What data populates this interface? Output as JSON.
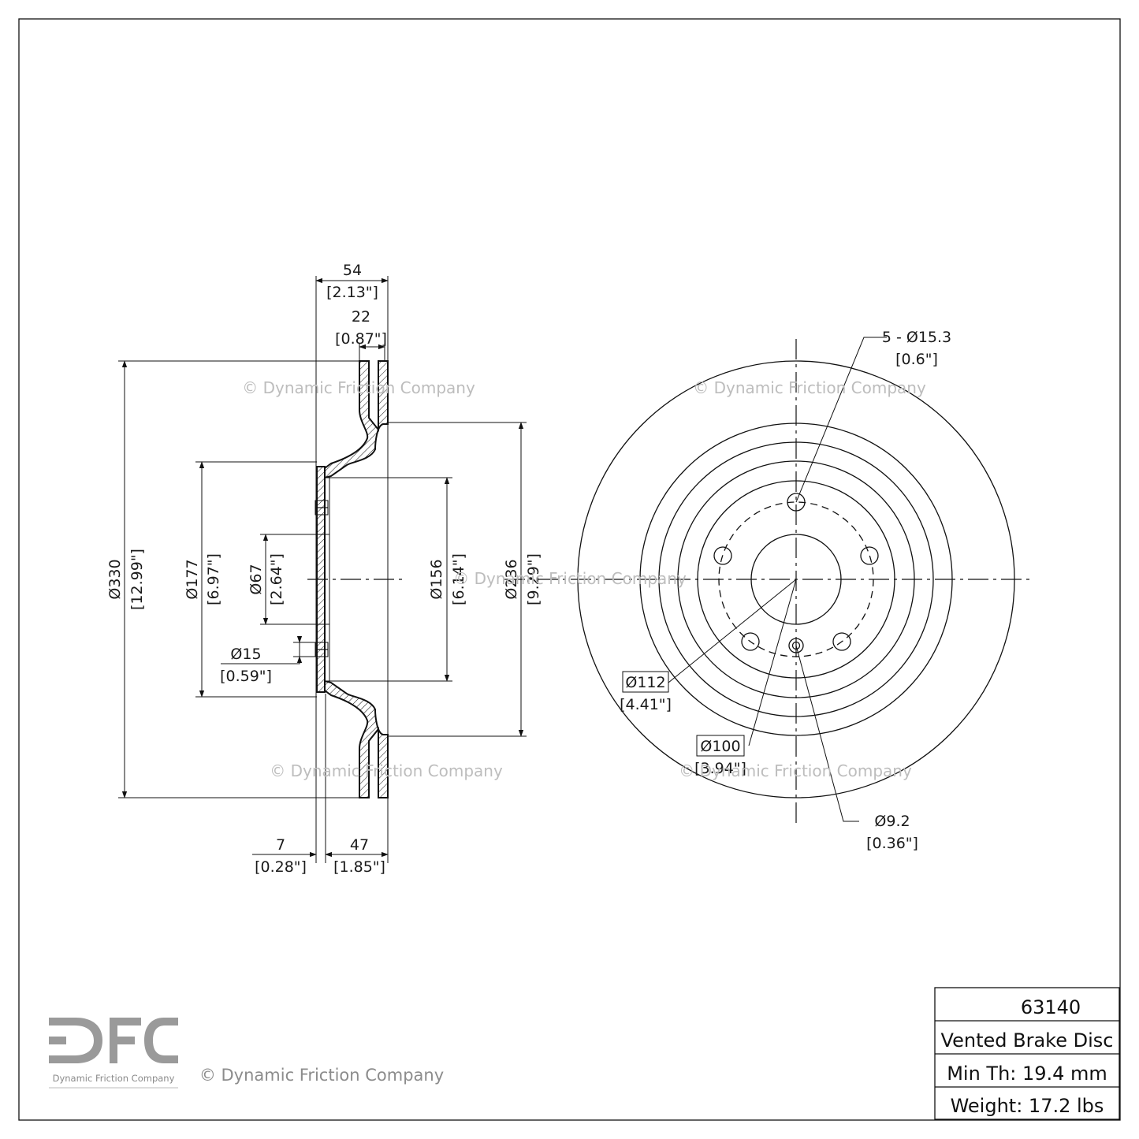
{
  "part": {
    "number": "63140",
    "type": "Vented Brake Disc",
    "min_thickness": "Min Th: 19.4 mm",
    "weight": "Weight: 17.2 lbs"
  },
  "watermark": "© Dynamic Friction Company",
  "logo": {
    "letters": "DFC",
    "tagline": "Dynamic Friction Company"
  },
  "dimensions": {
    "overall_height": {
      "mm": "54",
      "in": "[2.13\"]"
    },
    "disc_thickness": {
      "mm": "22",
      "in": "[0.87\"]"
    },
    "outer_diameter": {
      "mm": "Ø330",
      "in": "[12.99\"]"
    },
    "hat_diameter": {
      "mm": "Ø177",
      "in": "[6.97\"]"
    },
    "center_bore": {
      "mm": "Ø67",
      "in": "[2.64\"]"
    },
    "inner_diameter": {
      "mm": "Ø156",
      "in": "[6.14\"]"
    },
    "friction_inner": {
      "mm": "Ø236",
      "in": "[9.29\"]"
    },
    "hole_diameter": {
      "mm": "Ø15",
      "in": "[0.59\"]"
    },
    "hat_thickness": {
      "mm": "7",
      "in": "[0.28\"]"
    },
    "hat_height": {
      "mm": "47",
      "in": "[1.85\"]"
    },
    "bolt_holes": {
      "mm": "5 - Ø15.3",
      "in": "[0.6\"]"
    },
    "bolt_circle_a": {
      "mm": "Ø112",
      "in": "[4.41\"]"
    },
    "bolt_circle_b": {
      "mm": "Ø100",
      "in": "[3.94\"]"
    },
    "small_hole": {
      "mm": "Ø9.2",
      "in": "[0.36\"]"
    }
  },
  "colors": {
    "line": "#111111",
    "watermark": "#bdbdbd",
    "logo": "#9a9a9a"
  }
}
